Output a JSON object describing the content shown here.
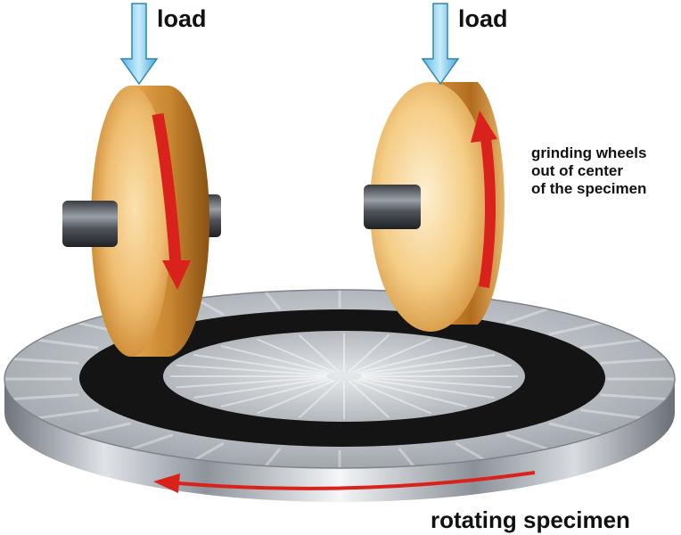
{
  "labels": {
    "load_left": "load",
    "load_right": "load",
    "grinding_line1": "grinding wheels",
    "grinding_line2": "out of center",
    "grinding_line3": "of the specimen",
    "rotating": "rotating specimen"
  },
  "colors": {
    "arrow_red": "#d9221b",
    "load_arrow_fill": "#8fd0ee",
    "wheel_light": "#f7d59a",
    "wheel_dark": "#b87526",
    "track_black": "#141414",
    "disc_steel": "#b7bcc2",
    "label_text": "#111111"
  },
  "icons": {
    "load_arrows": "down-arrow-icon",
    "rotation_arrows": "curved-arrow-icon"
  }
}
